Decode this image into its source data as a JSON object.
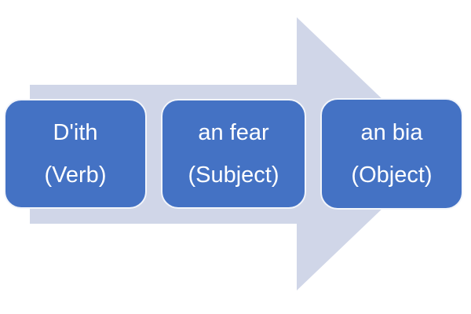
{
  "colors": {
    "box_fill": "#4472C4",
    "box_border": "#F2F5FB",
    "arrow_fill": "#D0D6E8",
    "text": "#FFFFFF",
    "background": "#FFFFFF"
  },
  "diagram": {
    "type": "process-arrow",
    "description": "Irish sentence word order: verb, subject, object along a right-pointing arrow",
    "boxes": [
      {
        "line1": "D'ith",
        "line2": "(Verb)"
      },
      {
        "line1": "an fear",
        "line2": "(Subject)"
      },
      {
        "line1": "an bia",
        "line2": "(Object)"
      }
    ]
  }
}
